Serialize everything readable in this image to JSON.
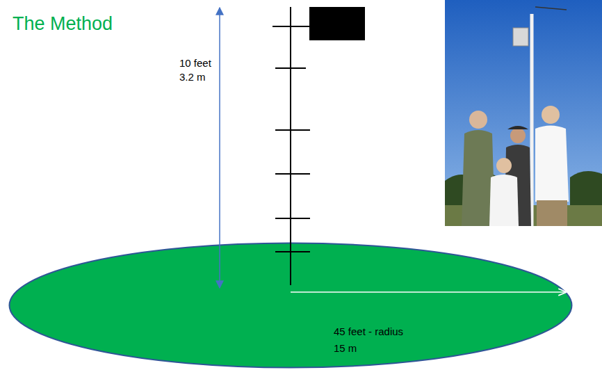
{
  "diagram": {
    "title": "The Method",
    "nodes": [
      {
        "text": [
          "45 feet - radius",
          "15 m"
        ]
      }
    ],
    "labels": [
      "10 feet",
      "3.2 m"
    ]
  }
}
